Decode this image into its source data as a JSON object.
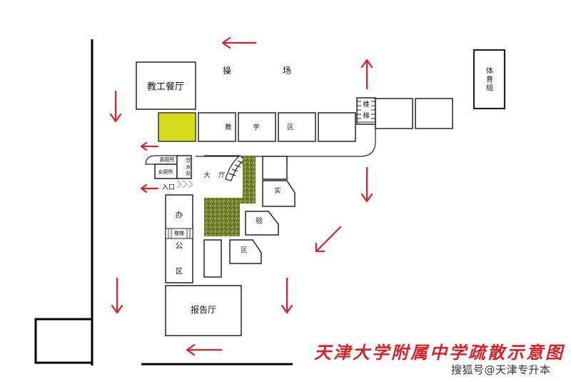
{
  "title": "天津大学附属中学疏散示意图",
  "watermark": "搜狐号@天津专升本",
  "colors": {
    "arrow": "#d4232b",
    "highlight_room": "#d6dc1a",
    "greenery": "#6b7a2a",
    "wall": "#000000"
  },
  "labels": {
    "playground_1": "操",
    "playground_2": "场",
    "staff_canteen": "教工餐厅",
    "pe_group_1": "体",
    "pe_group_2": "育",
    "pe_group_3": "组",
    "stairs_1": "楼",
    "stairs_2": "梯",
    "teaching_1": "教",
    "teaching_2": "学",
    "teaching_3": "区",
    "mens_restroom": "男厕所",
    "womens_restroom": "女厕所",
    "water_1": "饮",
    "water_2": "水",
    "water_3": "处",
    "hall_1": "大",
    "hall_2": "厅",
    "entrance": "入口",
    "office_1": "办",
    "office_stairs": "楼梯",
    "office_2": "公",
    "office_3": "区",
    "lab_1": "实",
    "lab_2": "验",
    "lab_3": "区",
    "lecture_hall": "报告厅"
  },
  "arrows": [
    {
      "id": "top-left",
      "direction": "left"
    },
    {
      "id": "left-canteen",
      "direction": "down"
    },
    {
      "id": "stairs-up",
      "direction": "up"
    },
    {
      "id": "corridor-exit",
      "direction": "left"
    },
    {
      "id": "entrance-exit",
      "direction": "left"
    },
    {
      "id": "right-middle",
      "direction": "down"
    },
    {
      "id": "diagonal",
      "direction": "down-left"
    },
    {
      "id": "left-bottom",
      "direction": "down"
    },
    {
      "id": "center-bottom",
      "direction": "down"
    },
    {
      "id": "bottom",
      "direction": "left"
    }
  ]
}
